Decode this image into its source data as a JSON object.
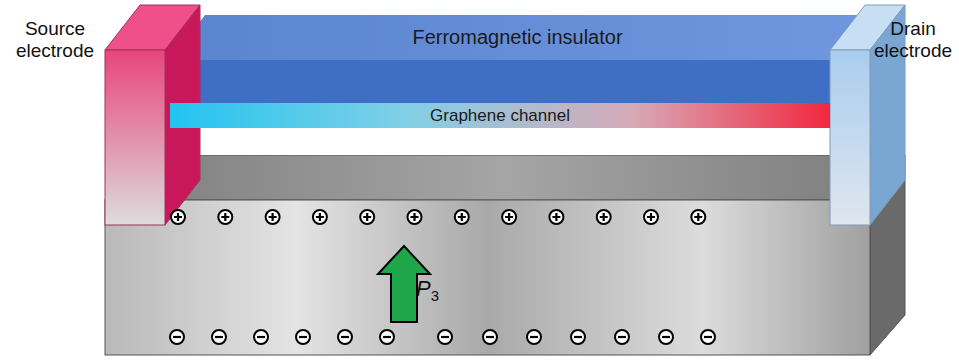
{
  "diagram": {
    "nodes": [
      {
        "text": [
          "Ferromagnetic insulator"
        ]
      },
      {
        "text": [
          "Graphene channel"
        ]
      }
    ],
    "labels": [
      "Source electrode",
      "Drain electrode",
      "P3"
    ]
  }
}
